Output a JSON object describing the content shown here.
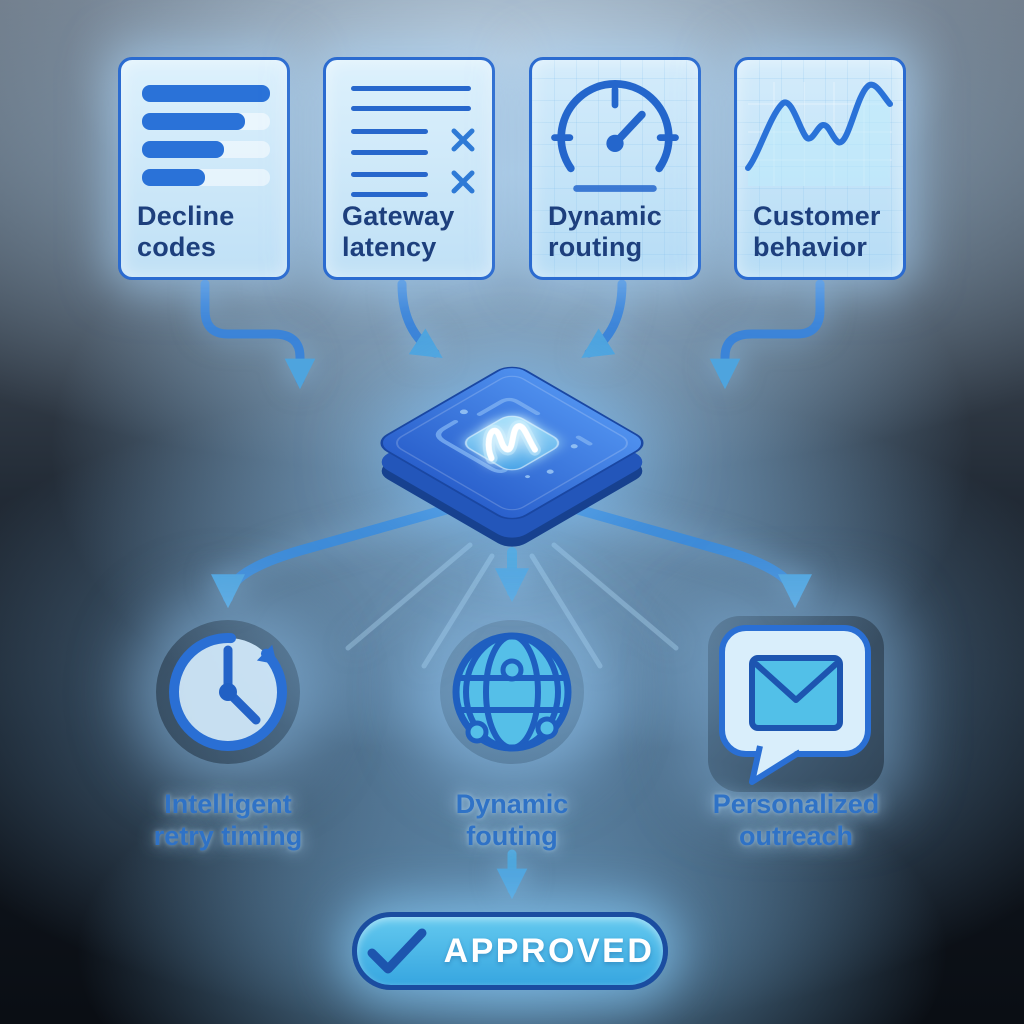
{
  "diagram": {
    "inputs": [
      {
        "label": "Decline codes",
        "icon": "decline-codes-bars-icon"
      },
      {
        "label": "Gateway latency",
        "icon": "latency-report-icon"
      },
      {
        "label": "Dynamic routing",
        "icon": "gauge-icon"
      },
      {
        "label": "Customer behavior",
        "icon": "behavior-trend-icon"
      }
    ],
    "processor": {
      "icon": "chip-icon",
      "glyph": "wave-m-glyph"
    },
    "outputs": [
      {
        "label": "Intelligent retry timing",
        "icon": "retry-clock-icon"
      },
      {
        "label": "Dynamic fouting",
        "icon": "globe-network-icon"
      },
      {
        "label": "Personalized outreach",
        "icon": "message-envelope-icon"
      }
    ],
    "result": {
      "label": "APPROVED",
      "icon": "checkmark-icon"
    },
    "connections": [
      {
        "from": "Decline codes",
        "to": "chip"
      },
      {
        "from": "Gateway latency",
        "to": "chip"
      },
      {
        "from": "Dynamic routing",
        "to": "chip"
      },
      {
        "from": "Customer behavior",
        "to": "chip"
      },
      {
        "from": "chip",
        "to": "Intelligent retry timing"
      },
      {
        "from": "chip",
        "to": "Dynamic fouting"
      },
      {
        "from": "chip",
        "to": "Personalized outreach"
      },
      {
        "from": "Dynamic fouting",
        "to": "APPROVED"
      }
    ]
  },
  "colors": {
    "accent_blue": "#2e6fd0",
    "card_bg": "#cfe7fa",
    "card_border": "#2b6bd0",
    "card_text": "#1d3f7d",
    "label_blue": "#2f72c6",
    "chip_top": "#3270dc",
    "chip_side": "#1e50b0",
    "cyan_fill": "#52c0e8",
    "approved_fill": "#47b6e8",
    "approved_border": "#1c4f9e",
    "approved_text": "#ffffff",
    "background_dark": "#0c1118",
    "glow": "#bfe0ff"
  }
}
